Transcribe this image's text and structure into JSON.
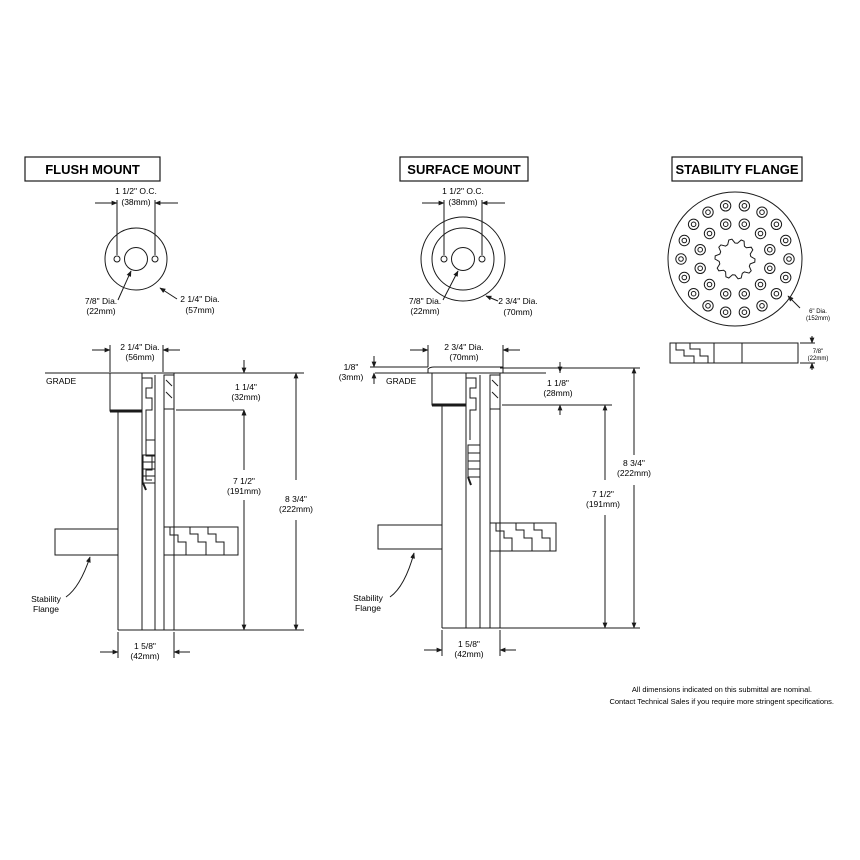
{
  "titles": {
    "flush": "FLUSH MOUNT",
    "surface": "SURFACE MOUNT",
    "flange": "STABILITY FLANGE"
  },
  "flush_top": {
    "oc": "1 1/2\" O.C.",
    "oc_mm": "(38mm)",
    "inner": "7/8\" Dia.",
    "inner_mm": "(22mm)",
    "outer": "2 1/4\" Dia.",
    "outer_mm": "(57mm)"
  },
  "surface_top": {
    "oc": "1 1/2\" O.C.",
    "oc_mm": "(38mm)",
    "inner": "7/8\" Dia.",
    "inner_mm": "(22mm)",
    "outer": "2 3/4\" Dia.",
    "outer_mm": "(70mm)"
  },
  "flange_top": {
    "dia": "6\" Dia.",
    "dia_mm": "(152mm)",
    "thick": "7/8\"",
    "thick_mm": "(22mm)"
  },
  "flush_side": {
    "top_dia": "2 1/4\" Dia.",
    "top_dia_mm": "(56mm)",
    "grade": "GRADE",
    "a": "1 1/4\"",
    "a_mm": "(32mm)",
    "b": "7 1/2\"",
    "b_mm": "(191mm)",
    "c": "8 3/4\"",
    "c_mm": "(222mm)",
    "flange": "Stability",
    "flange2": "Flange",
    "bottom": "1 5/8\"",
    "bottom_mm": "(42mm)"
  },
  "surface_side": {
    "top_dia": "2 3/4\" Dia.",
    "top_dia_mm": "(70mm)",
    "lip": "1/8\"",
    "lip_mm": "(3mm)",
    "grade": "GRADE",
    "a": "1 1/8\"",
    "a_mm": "(28mm)",
    "b": "7 1/2\"",
    "b_mm": "(191mm)",
    "c": "8 3/4\"",
    "c_mm": "(222mm)",
    "flange": "Stability",
    "flange2": "Flange",
    "bottom": "1 5/8\"",
    "bottom_mm": "(42mm)"
  },
  "notes": {
    "line1": "All dimensions indicated on this submittal are nominal.",
    "line2": "Contact Technical Sales if you require more stringent specifications."
  }
}
